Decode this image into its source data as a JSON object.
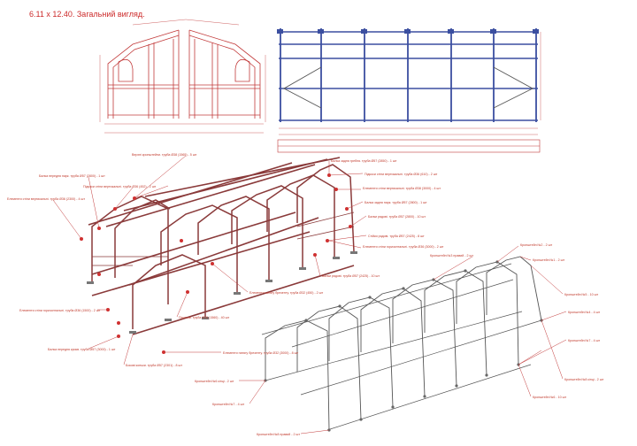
{
  "title": "6.11 x 12.40. Загальний вигляд.",
  "colors": {
    "title": "#cc2a2a",
    "frame": "#8a3a3a",
    "callout": "#c23b3b",
    "elevation": "#3b4fa0"
  },
  "frame_labels": [
    "Верхні кронштейни. труба Ø38 (1565) - 5 шт",
    "Балка задня гребня. труба Ø57 (2850) - 1 шт",
    "Балка передня парк. труба Ø57 (2800) - 1 шт",
    "Підкоси стіни вертикальні. труба Ø36 (610) - 2 шт",
    "Підкоси стіни вертикальні. труба Ø36 (452) - 2 шт",
    "Елементи стіни вертикальні. труба Ø38 (3000) - 4 шт",
    "Елементи стіни вертикальні. труба Ø36 (2300) - 4 шт",
    "Балка задня парк. труба Ø57 (2800) - 1 шт",
    "Балки рядові. труба Ø57 (2800) - 10 шт",
    "Стійки рядові. труба Ø57 (2425) - 8 шт",
    "Елементи стіни горизонтальні. труба Ø36 (3000) - 2 шт",
    "Балки рядові. труба Ø57 (2425) - 10 шт",
    "Елементи натягу брезенту. труба Ø32 (450) - 2 шт",
    "Елементи стіни горизонтальні. труба Ø36 (1500) - 2 шт",
    "Прогони. труба Ø38 (1560) - 40 шт",
    "Балка передня крокв. труба Ø57 (3000) - 1 шт",
    "Елементи натягу брезенту. труба Ø32 (3000) - 8 шт",
    "Бокові коньки. труба Ø57 (2301) - 8 шт"
  ],
  "bracket_labels": [
    "Кронштейн №2 - 2 шт",
    "Кронштейн №3 правий - 2 шт",
    "Кронштейн №1 - 2 шт",
    "Кронштейн №5 - 10 шт",
    "Кронштейн №4 - 4 шт",
    "Кронштейн №7 - 4 шт",
    "Кронштейн №6 кінці - 2 шт",
    "Кронштейн №8 кінці - 2 шт",
    "Кронштейн №6 - 10 шт",
    "Кронштейн №7 - 4 шт",
    "Кронштейн №8 правий - 2 шт"
  ]
}
